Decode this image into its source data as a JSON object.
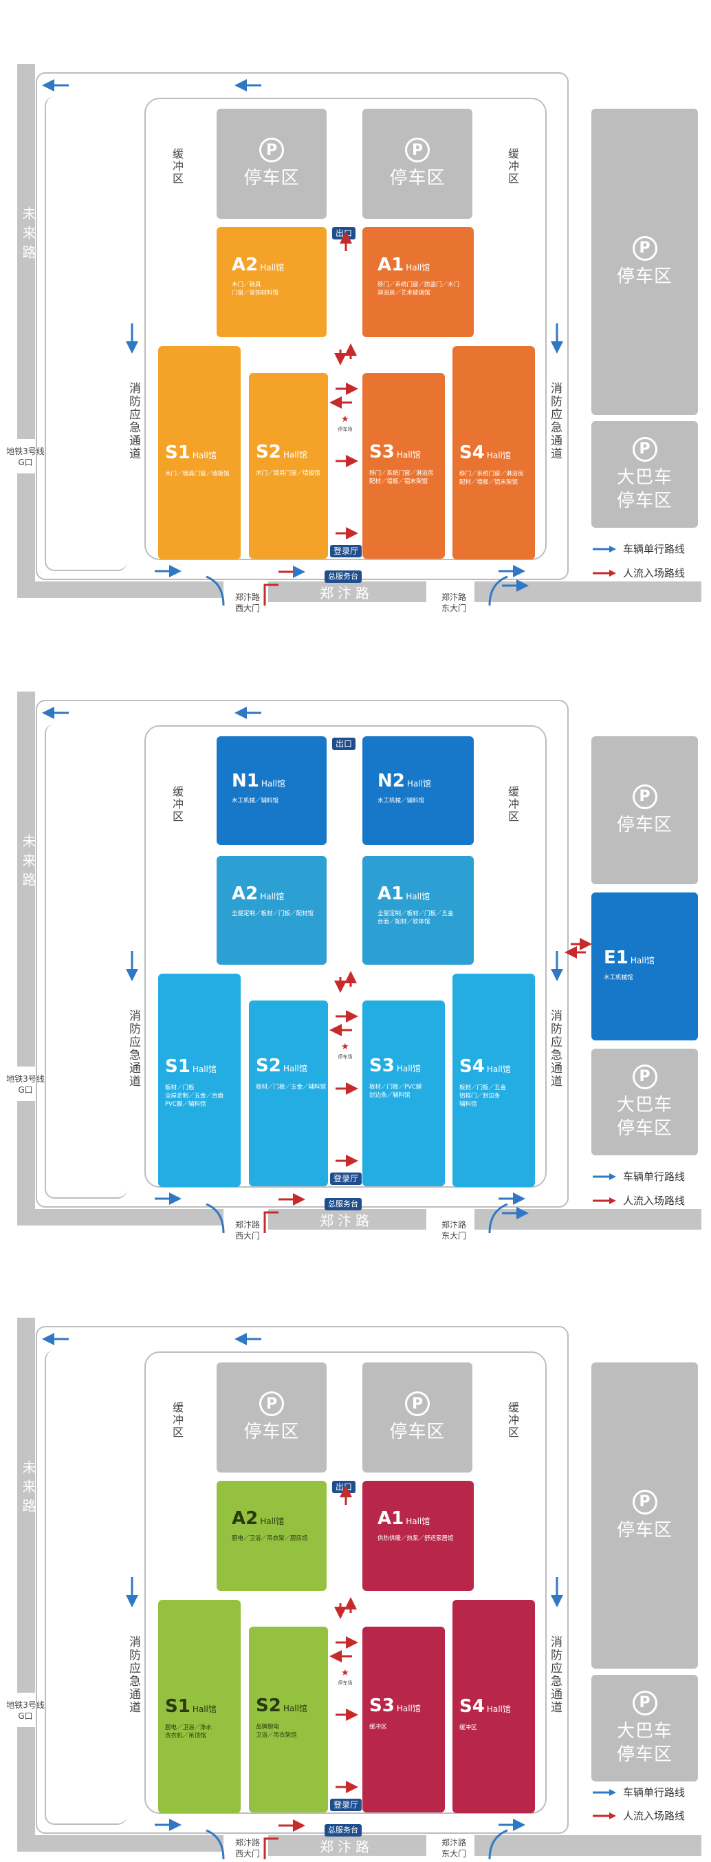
{
  "labels": {
    "road_west": "未来路",
    "road_south": "郑汴路",
    "metro": "地铁3号线\nG口",
    "buffer": "缓冲区",
    "fire_lane": "消防应急通道",
    "west_gate": "郑汴路\n西大门",
    "east_gate": "郑汴路\n东大门",
    "service": "总服务台",
    "exit": "出口",
    "register": "登录厅",
    "star": "★",
    "star_text": "停车场",
    "parking": "停车区",
    "bus_parking": "大巴车\n停车区",
    "parking_icon": "P",
    "hall_suffix": "Hall馆"
  },
  "legend": {
    "vehicle": "车辆单行路线",
    "people": "人流入场路线"
  },
  "colors": {
    "vehicle": "#2f78c4",
    "people": "#c72a2a",
    "map1_left": "#f4a328",
    "map1_right": "#e97432",
    "map2_n": "#1778c9",
    "map2_a": "#2c9fd3",
    "map2_s": "#24ade3",
    "map3_left": "#94c13f",
    "map3_right": "#b8274a"
  },
  "maps": [
    {
      "halls": {
        "A2": {
          "name": "A2",
          "desc": "木门／锁具\n门窗／装饰材料馆"
        },
        "A1": {
          "name": "A1",
          "desc": "移门／系统门窗／防盗门／木门\n淋浴房／艺术玻璃馆"
        },
        "S1": {
          "name": "S1",
          "desc": "木门／锁具门窗／墙板馆"
        },
        "S2": {
          "name": "S2",
          "desc": "木门／锁具门窗／墙板馆"
        },
        "S3": {
          "name": "S3",
          "desc": "移门／系统门窗／淋浴房\n配材／墙板／铝末架馆"
        },
        "S4": {
          "name": "S4",
          "desc": "移门／系统门窗／淋浴房\n配材／墙板／铝末架馆"
        }
      }
    },
    {
      "halls": {
        "N1": {
          "name": "N1",
          "desc": "木工机械／辅料馆"
        },
        "N2": {
          "name": "N2",
          "desc": "木工机械／辅料馆"
        },
        "A2": {
          "name": "A2",
          "desc": "全屋定制／板材／门板／配材馆"
        },
        "A1": {
          "name": "A1",
          "desc": "全屋定制／板材／门板／五金\n台面／配材／软体馆"
        },
        "E1": {
          "name": "E1",
          "desc": "木工机械馆"
        },
        "S1": {
          "name": "S1",
          "desc": "板材／门板\n全屋定制／五金／台面\nPVC膜／辅料馆"
        },
        "S2": {
          "name": "S2",
          "desc": "板材／门板／五金／辅料馆"
        },
        "S3": {
          "name": "S3",
          "desc": "板材／门板／PVC膜\n封边条／辅料馆"
        },
        "S4": {
          "name": "S4",
          "desc": "板材／门板／五金\n铝框门／封边条\n辅料馆"
        }
      }
    },
    {
      "halls": {
        "A2": {
          "name": "A2",
          "desc": "厨电／卫浴／吊衣架／厨房馆"
        },
        "A1": {
          "name": "A1",
          "desc": "供热供暖／热泵／舒适家居馆"
        },
        "S1": {
          "name": "S1",
          "desc": "厨电／卫浴／净水\n洗衣机／吊顶馆"
        },
        "S2": {
          "name": "S2",
          "desc": "品牌厨电\n卫浴／吊衣架馆"
        },
        "S3": {
          "name": "S3",
          "desc": "缓冲区"
        },
        "S4": {
          "name": "S4",
          "desc": "缓冲区"
        }
      }
    }
  ]
}
